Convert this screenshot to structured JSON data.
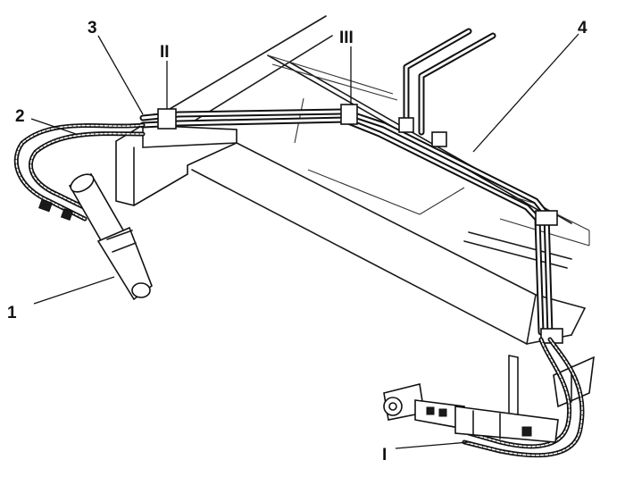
{
  "labels": {
    "item_1": "1",
    "item_2": "2",
    "item_3": "3",
    "item_4": "4",
    "roman_I": "I",
    "roman_II": "II",
    "roman_III": "III"
  },
  "colors": {
    "ink": "#111111",
    "paper": "#ffffff"
  }
}
